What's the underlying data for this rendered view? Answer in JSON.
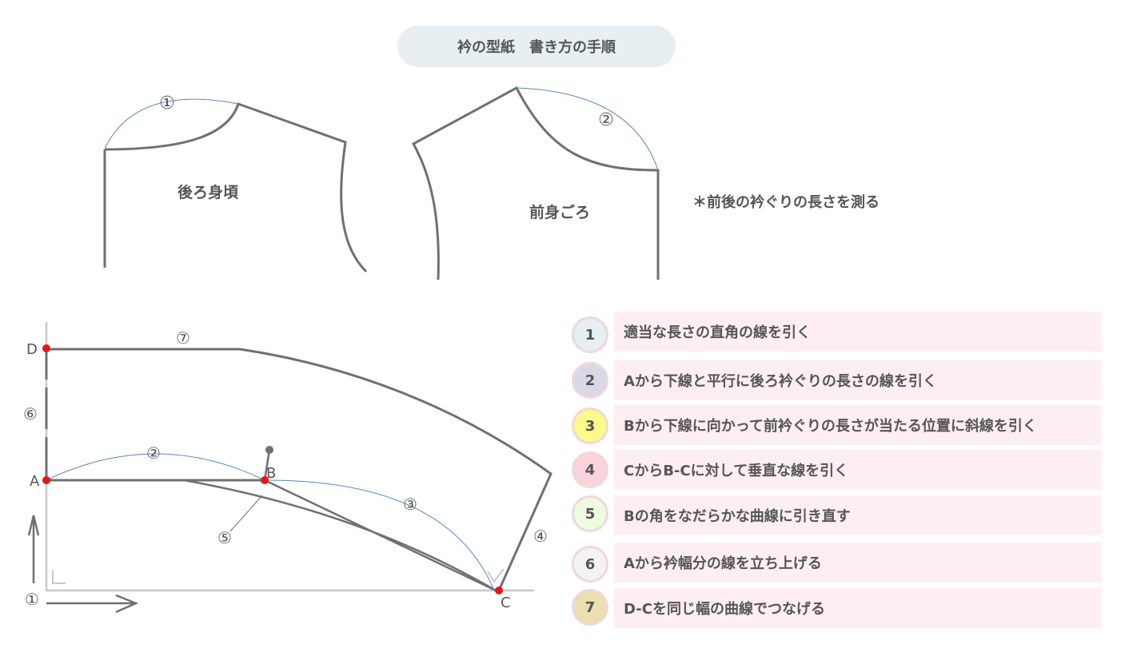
{
  "title": "衿の型紙　書き方の手順",
  "top": {
    "back_label": "後ろ身頃",
    "front_label": "前身ごろ",
    "mark1": "①",
    "mark2": "②",
    "note": "＊前後の衿ぐりの長さを測る"
  },
  "diagram": {
    "D": "D",
    "A": "A",
    "B": "B",
    "C": "C",
    "m1": "①",
    "m2": "②",
    "m3": "③",
    "m4": "④",
    "m5": "⑤",
    "m6": "⑥",
    "m7": "⑦"
  },
  "steps": [
    {
      "num": "1",
      "text": "適当な長さの直角の線を引く",
      "color": "#e6eff2"
    },
    {
      "num": "2",
      "text": "Aから下線と平行に後ろ衿ぐりの長さの線を引く",
      "color": "#d8d8e6"
    },
    {
      "num": "3",
      "text": "Bから下線に向かって前衿ぐりの長さが当たる位置に斜線を引く",
      "color": "#fbfa8a"
    },
    {
      "num": "4",
      "text": "CからB-Cに対して垂直な線を引く",
      "color": "#fbd3dc"
    },
    {
      "num": "5",
      "text": "Bの角をなだらかな曲線に引き直す",
      "color": "#eefbe0"
    },
    {
      "num": "6",
      "text": "Aから衿幅分の線を立ち上げる",
      "color": "#f3f3f3"
    },
    {
      "num": "7",
      "text": "D-Cを同じ幅の曲線でつなげる",
      "color": "#ebdfb0"
    }
  ]
}
